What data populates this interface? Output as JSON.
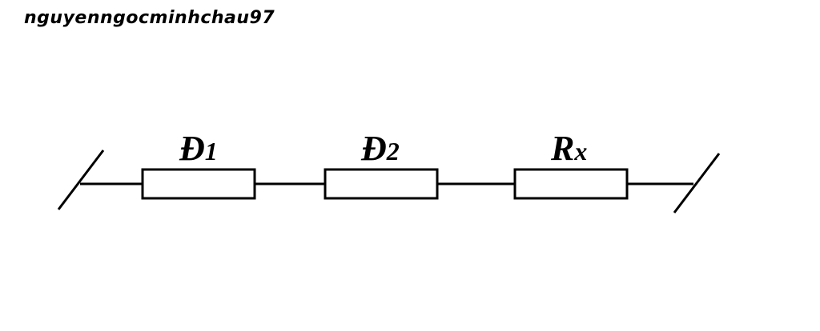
{
  "watermark": "nguyenngocminhchau97",
  "components": [
    {
      "letter": "Đ",
      "sub": "1"
    },
    {
      "letter": "Đ",
      "sub": "2"
    },
    {
      "letter": "R",
      "sub": "x"
    }
  ]
}
